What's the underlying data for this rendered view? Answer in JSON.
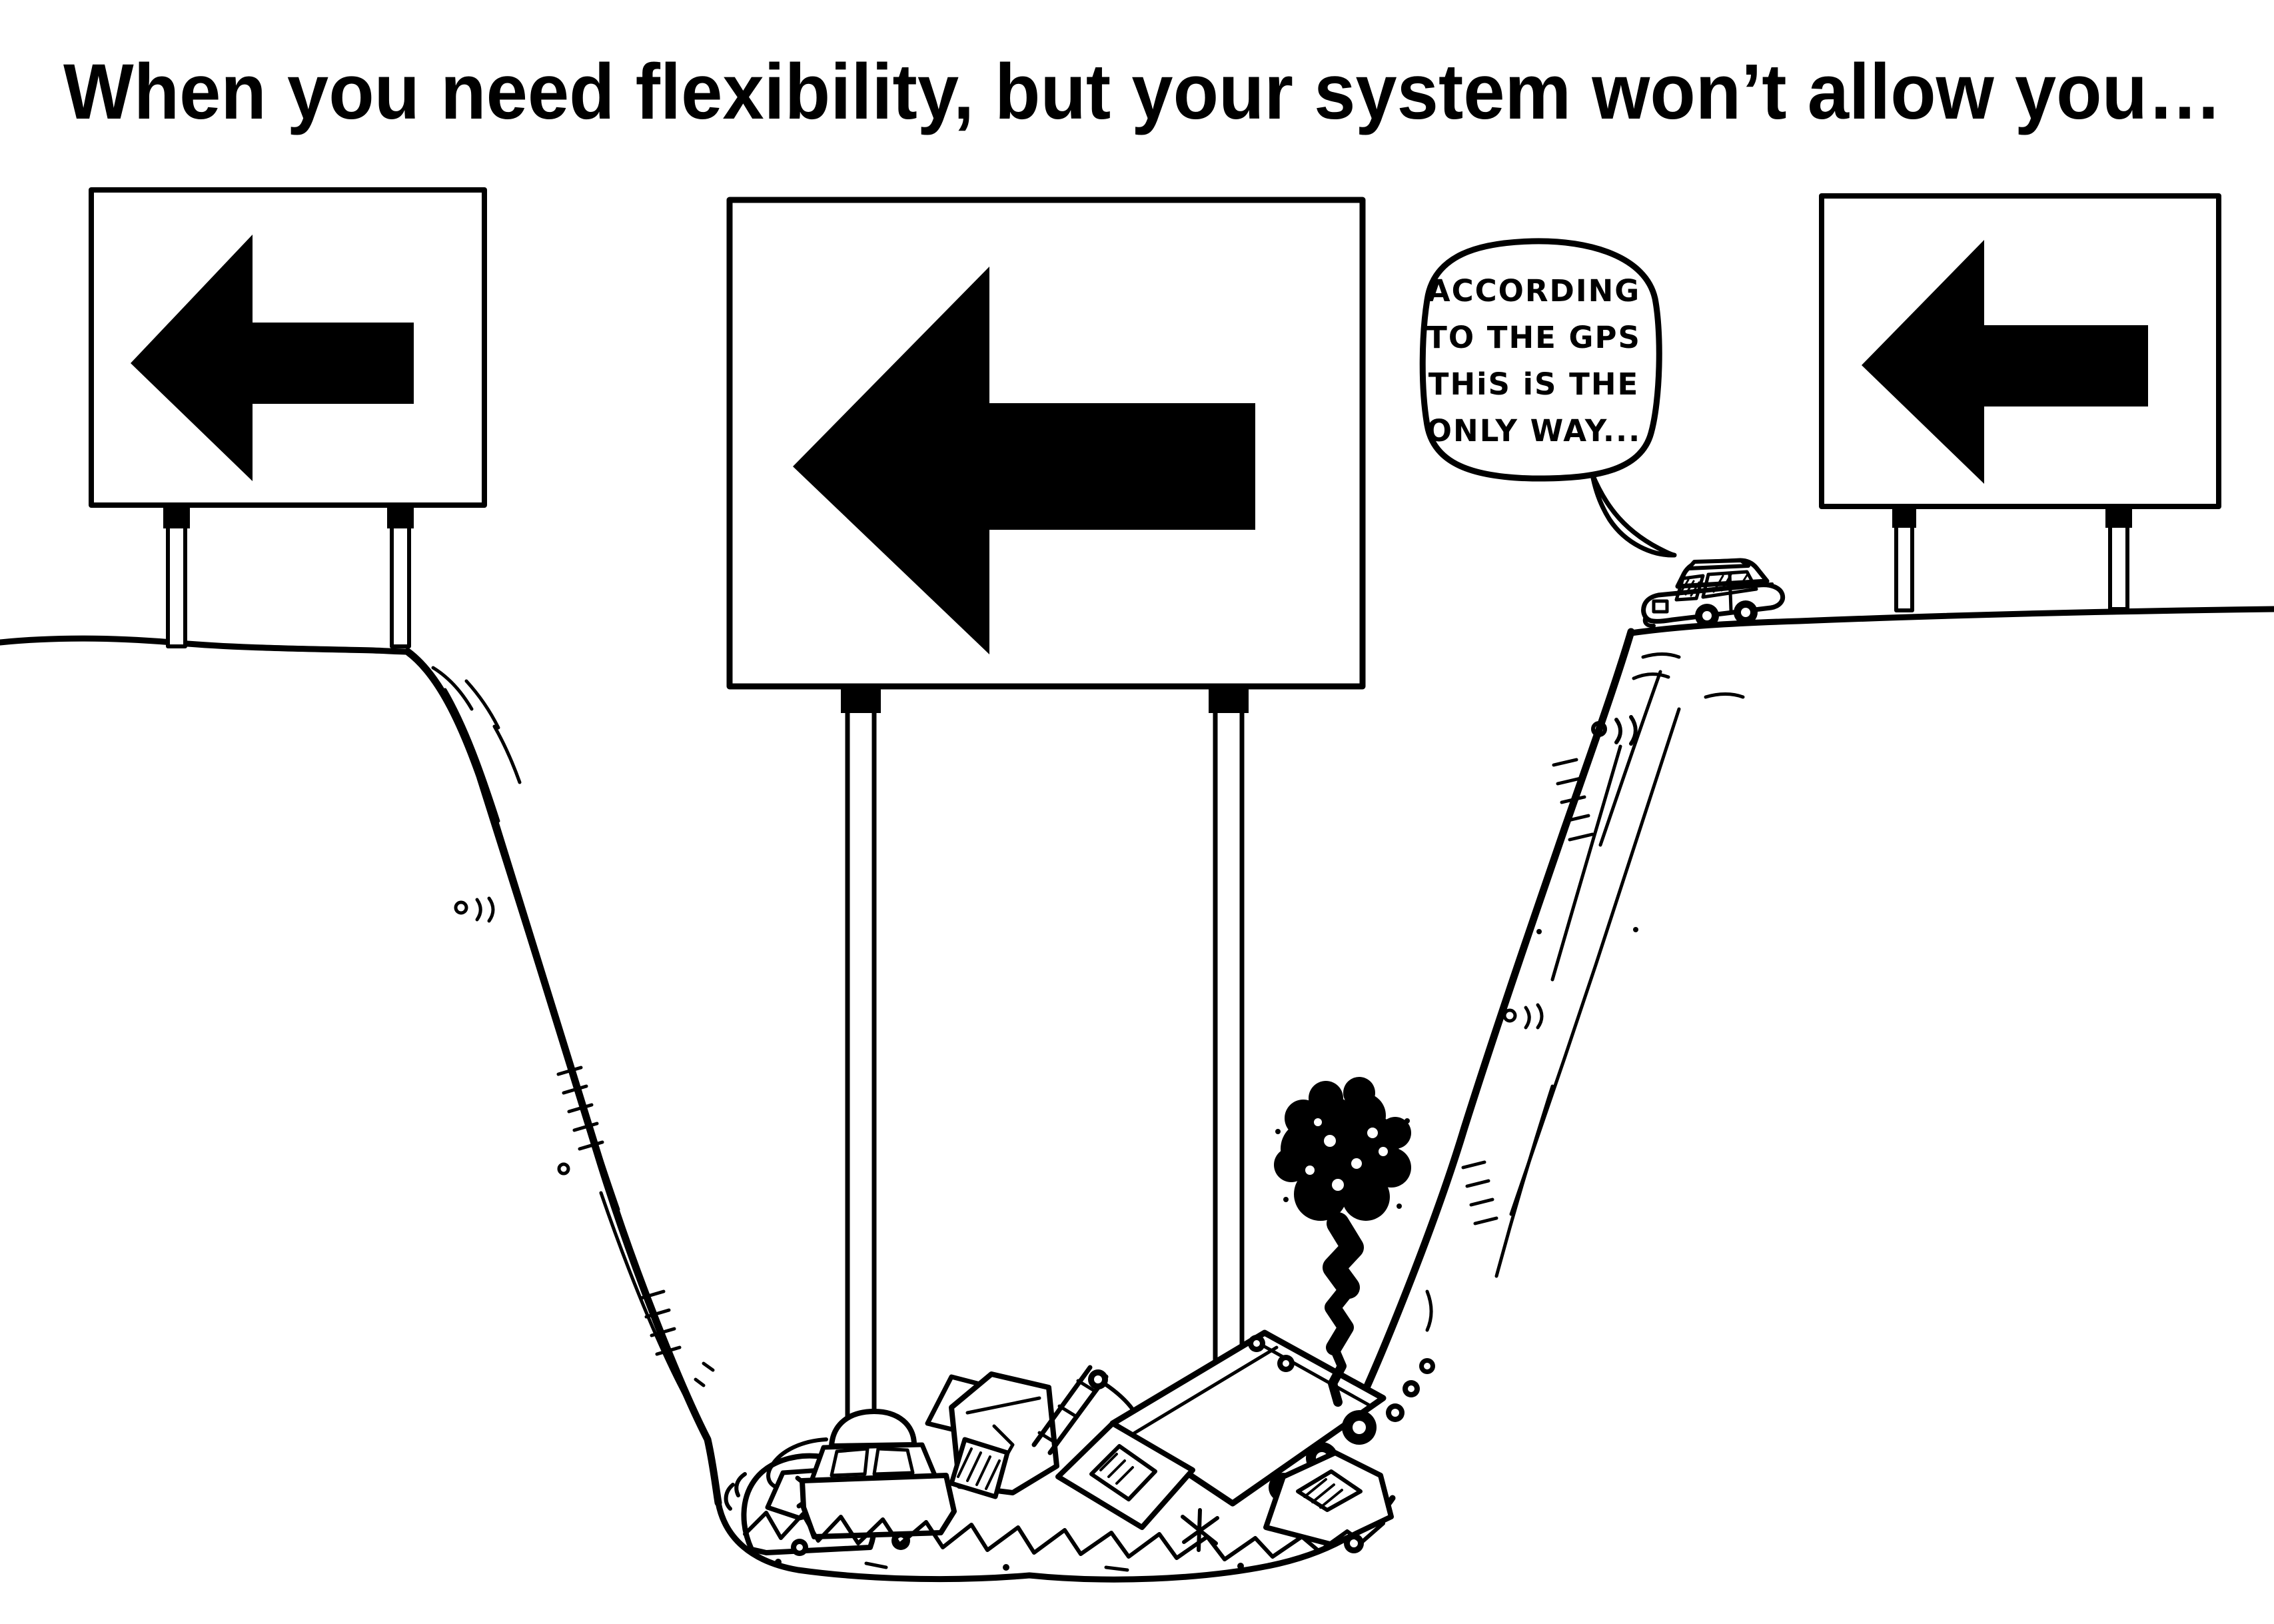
{
  "colors": {
    "ink": "#000000",
    "paper": "#ffffff"
  },
  "title": {
    "text": "When you need flexibility, but your system won’t allow you…"
  },
  "signs": [
    {
      "id": "left",
      "symbol": "left-arrow"
    },
    {
      "id": "center",
      "symbol": "left-arrow"
    },
    {
      "id": "right",
      "symbol": "left-arrow"
    }
  ],
  "speech_bubble": {
    "speaker": "car-driver",
    "lines": [
      "ACCORDING",
      "TO THE GPS",
      "THiS iS THE",
      "ONLY WAY..."
    ]
  }
}
